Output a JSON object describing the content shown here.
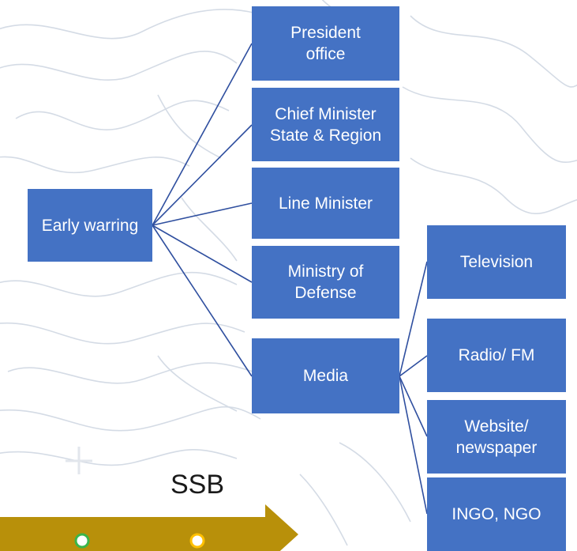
{
  "diagram": {
    "root": "Early warring",
    "branches": [
      "President\noffice",
      "Chief Minister\nState & Region",
      "Line Minister",
      "Ministry of\nDefense",
      "Media"
    ],
    "media_children": [
      "Television",
      "Radio/ FM",
      "Website/\nnewspaper",
      "INGO, NGO"
    ]
  },
  "timeline": {
    "label": "SSB",
    "arrow_color": "#b8900a",
    "marker_colors": [
      "#3ab54a",
      "#ffc000"
    ]
  },
  "colors": {
    "box_fill": "#4472c4",
    "connector": "#2f4f9f"
  }
}
